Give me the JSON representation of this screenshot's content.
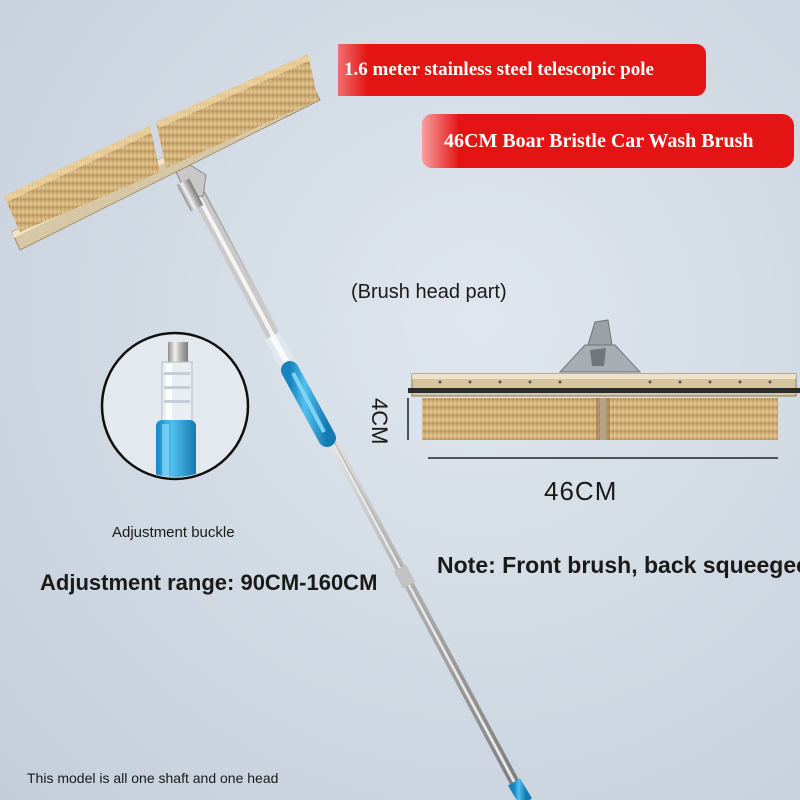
{
  "banners": {
    "pole": "1.6 meter stainless steel telescopic pole",
    "brush": "46CM Boar Bristle Car Wash Brush"
  },
  "labels": {
    "brush_head_part": "(Brush head part)",
    "height_dim": "4CM",
    "width_dim": "46CM",
    "adjustment_buckle": "Adjustment buckle",
    "adjustment_range": "Adjustment range: 90CM-160CM",
    "note": "Note: Front brush, back squeegee",
    "model_info": "This model is all one shaft and one head"
  },
  "colors": {
    "banner_red": "#e41414",
    "pole_blue": "#2aa7dc",
    "bristle": "#d7b37a"
  }
}
